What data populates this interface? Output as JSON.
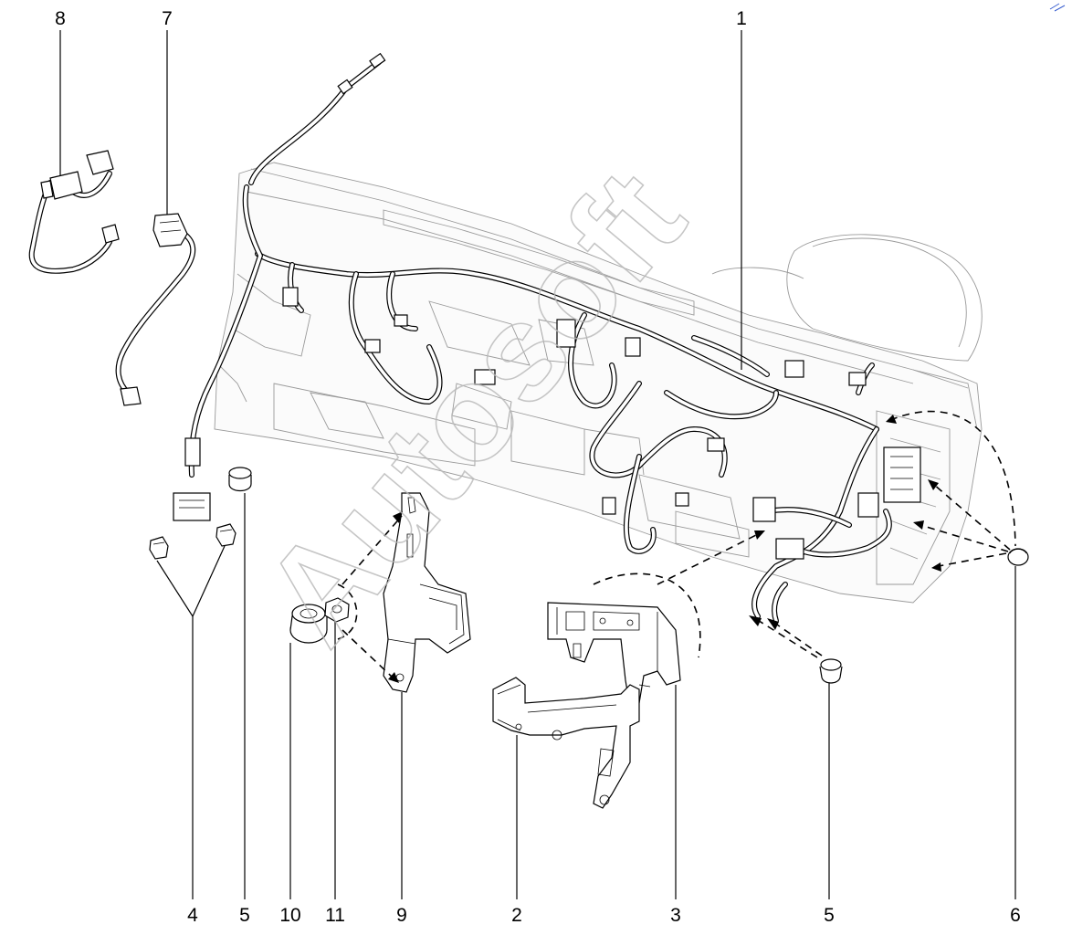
{
  "diagram": {
    "watermark": "Autosoft",
    "callouts": [
      {
        "id": "c1",
        "label": "1"
      },
      {
        "id": "c2",
        "label": "2"
      },
      {
        "id": "c3",
        "label": "3"
      },
      {
        "id": "c4",
        "label": "4"
      },
      {
        "id": "c5a",
        "label": "5"
      },
      {
        "id": "c5b",
        "label": "5"
      },
      {
        "id": "c6",
        "label": "6"
      },
      {
        "id": "c7",
        "label": "7"
      },
      {
        "id": "c8",
        "label": "8"
      },
      {
        "id": "c9",
        "label": "9"
      },
      {
        "id": "c10",
        "label": "10"
      },
      {
        "id": "c11",
        "label": "11"
      }
    ]
  }
}
